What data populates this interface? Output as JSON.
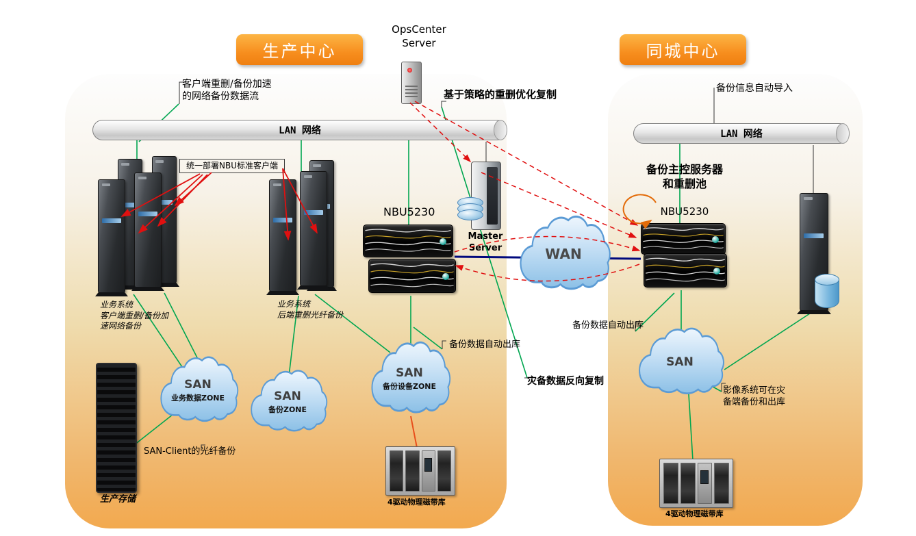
{
  "banners": {
    "production": "生产中心",
    "city": "同城中心"
  },
  "labels": {
    "opscenter": "OpsCenter\nServer",
    "lan_left": "LAN 网络",
    "lan_right": "LAN 网络",
    "network_stream": "客户端重删/备份加速\n的网络备份数据流",
    "nbu_client_box": "统一部署NBU标准客户端",
    "policy_replication": "基于策略的重删优化复制",
    "auto_import": "备份信息自动导入",
    "nbu5230_left": "NBU5230",
    "backup_master": "备份主控服务器\n和重删池",
    "nbu5230_right": "NBU5230",
    "master_server": "Master\nServer",
    "auto_out_left": "备份数据自动出库",
    "auto_out_right": "备份数据自动出库",
    "reverse_replication": "灾备数据反向复制",
    "san_client_fiber": "SAN-Client的光纤备份",
    "image_system": "影像系统可在灾\n备端备份和出库",
    "biz_system_left": "业务系统\n客户端重删/备份加\n速网络备份",
    "biz_system_mid": "业务系统\n后端重删光纤备份",
    "prod_storage": "生产存储",
    "tape_left": "4驱动物理磁带库",
    "tape_right": "4驱动物理磁带库"
  },
  "clouds": {
    "wan": {
      "title": "WAN"
    },
    "san_biz": {
      "title": "SAN",
      "sub": "业务数据ZONE"
    },
    "san_backup": {
      "title": "SAN",
      "sub": "备份ZONE"
    },
    "san_device": {
      "title": "SAN",
      "sub": "备份设备ZONE"
    },
    "san_remote": {
      "title": "SAN"
    }
  },
  "colors": {
    "banner_orange": "#f78e1e",
    "region_bottom": "#f2a94f",
    "line_green": "#00a650",
    "line_red": "#e01010",
    "wan_link_blue": "#00097d",
    "cloud_fill": "#b9d9f2",
    "cloud_stroke": "#5b9bd5"
  }
}
